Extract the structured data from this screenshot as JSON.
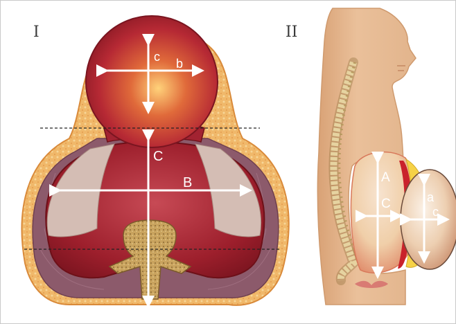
{
  "panels": {
    "left": {
      "label": "I"
    },
    "right": {
      "label": "II"
    }
  },
  "labels": {
    "left_c": "c",
    "left_b": "b",
    "left_C": "C",
    "left_B": "B",
    "right_A": "A",
    "right_C": "C",
    "right_a": "a",
    "right_c": "c"
  },
  "colors": {
    "skin": "#e7b98f",
    "tissue": "#8e5e6a",
    "uterus_red": "#9b1d2c",
    "amnion_pale": "#d7c2b8",
    "spine": "#c8a25a",
    "fat_yellow": "#f4c73a"
  }
}
